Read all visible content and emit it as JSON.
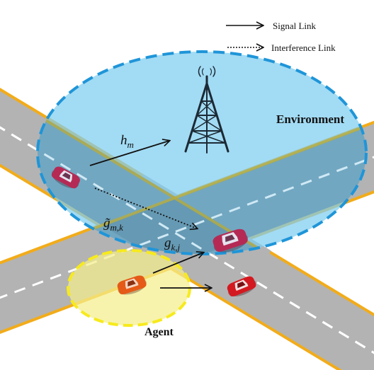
{
  "legend": {
    "signal_label": "Signal Link",
    "interference_label": "Interference Link"
  },
  "regions": {
    "environment_label": "Environment",
    "agent_label": "Agent"
  },
  "channels": {
    "h_symbol": "h",
    "h_subscript": "m",
    "g_tilde_symbol": "g̃",
    "g_tilde_subscript": "m,k",
    "g_symbol": "g",
    "g_subscript": "k,j"
  },
  "colors": {
    "road": "#b3b3b3",
    "road_edge": "#f2ac1a",
    "lane_dash": "#ffffff",
    "environment_fill": "#7ecdf0",
    "environment_border": "#1f95d8",
    "agent_fill": "#f4ee8c",
    "agent_border": "#f7ea1d",
    "tower": "#1c2a35",
    "car_red": "#d41820",
    "car_orange": "#e55a16",
    "car_purple": "#b52a55"
  }
}
